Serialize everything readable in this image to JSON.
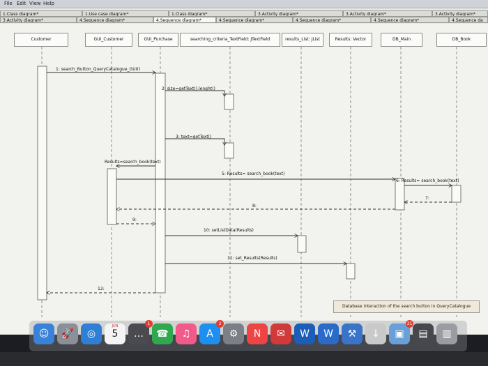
{
  "menubar": {
    "items": [
      "File",
      "Edit",
      "View",
      "Help"
    ]
  },
  "tabs": {
    "row1": [
      "1.Class diagram*",
      "1.Use case diagram*",
      "1.Class diagram*",
      "3.Activity diagram*",
      "3.Activity diagram*",
      "3.Activity diagram*"
    ],
    "row2": [
      "3.Activity diagram*",
      "4.Sequence diagram*",
      "4.Sequence diagram*",
      "4.Sequence diagram*",
      "4.Sequence diagram*",
      "4.Sequence diagram*",
      "4.Sequence da"
    ],
    "active_index": 2
  },
  "lifelines": [
    "Customer",
    "GUI_Customer",
    "GUI_Purchase",
    "searching_criteria_TextField: JTextField",
    "results_List: JList",
    "Results: Vector",
    "DB_Main",
    "DB_Book"
  ],
  "messages": [
    "1: search_Button_QueryCatalogue_GUI()",
    "2: size=getText().lenght()",
    "3: text=getText()",
    "Results=search_book(text)",
    "5: Results= search_book(text)",
    "6: Results= search_book(text)",
    "7:",
    "8:",
    "9:",
    "10: setListData(Results)",
    "11: set_Results(Results)",
    "12:"
  ],
  "caption": "Database interaction of the search button in QueryCatalogue",
  "dock": [
    {
      "name": "finder",
      "glyph": "☺",
      "color": "#3a82d8"
    },
    {
      "name": "launchpad",
      "glyph": "🚀",
      "color": "#8a8f98"
    },
    {
      "name": "safari",
      "glyph": "◎",
      "color": "#2f7fd6"
    },
    {
      "name": "calendar",
      "glyph": "5",
      "color": "#f4f4f4",
      "label": "JUN"
    },
    {
      "name": "messages",
      "glyph": "…",
      "color": "#4a4a50",
      "badge": "1"
    },
    {
      "name": "facetime",
      "glyph": "☎",
      "color": "#2fa84f"
    },
    {
      "name": "music",
      "glyph": "♫",
      "color": "#f25a8c"
    },
    {
      "name": "app-store",
      "glyph": "A",
      "color": "#1d8ff0",
      "badge": "2"
    },
    {
      "name": "system-preferences",
      "glyph": "⚙",
      "color": "#7c7f86"
    },
    {
      "name": "news",
      "glyph": "N",
      "color": "#e44"
    },
    {
      "name": "mail",
      "glyph": "✉",
      "color": "#d23a3a"
    },
    {
      "name": "word",
      "glyph": "W",
      "color": "#1c5db8"
    },
    {
      "name": "word-2",
      "glyph": "W",
      "color": "#2a6ac8"
    },
    {
      "name": "xcode",
      "glyph": "⚒",
      "color": "#3a74c8"
    },
    {
      "name": "downloads",
      "glyph": "↓",
      "color": "#c9c9c9"
    },
    {
      "name": "preview",
      "glyph": "▣",
      "color": "#6aa0d8",
      "badge": "31"
    },
    {
      "name": "screen",
      "glyph": "▤",
      "color": "#46484d"
    },
    {
      "name": "trash",
      "glyph": "▥",
      "color": "#9a9ca2"
    }
  ]
}
